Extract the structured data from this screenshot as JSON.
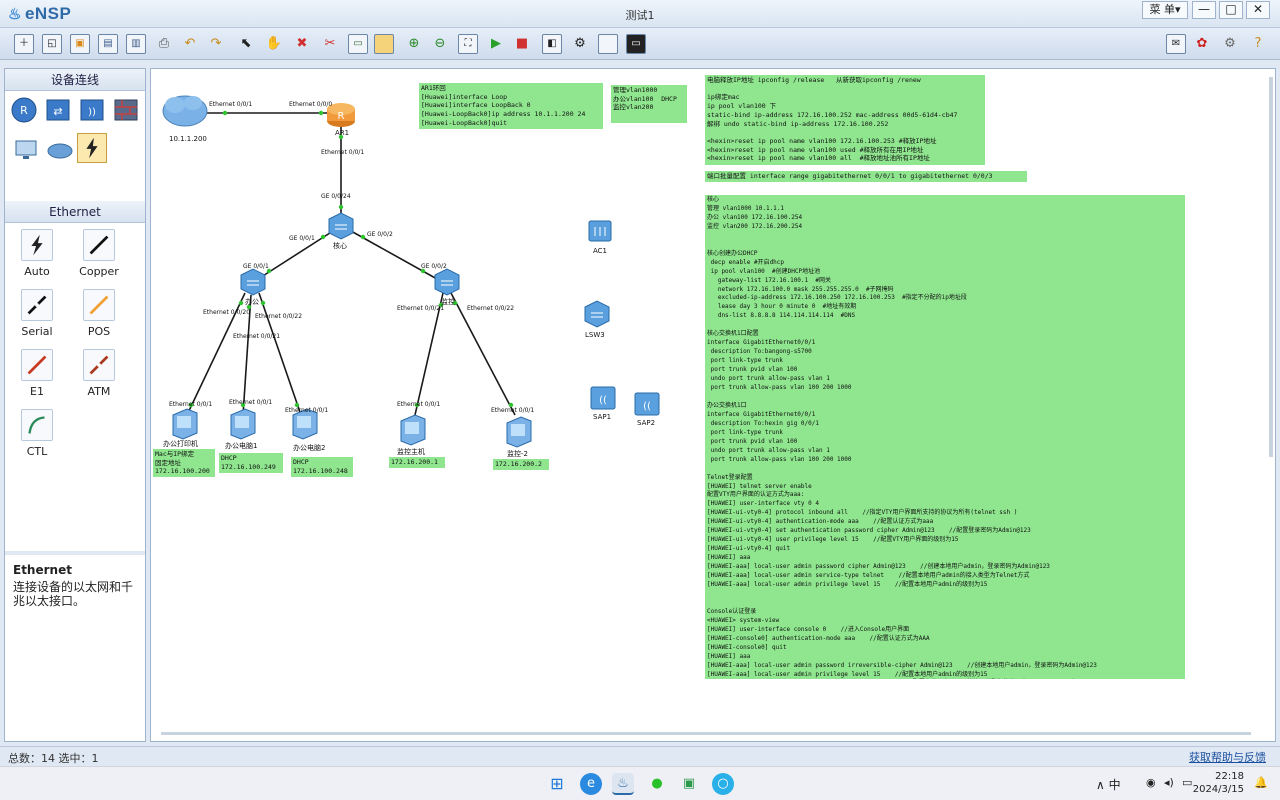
{
  "app": {
    "logo": "eNSP",
    "window_title": "测试1",
    "menu_label": "菜 单▾"
  },
  "window_controls": {
    "minimize": "—",
    "maximize": "□",
    "close": "✕"
  },
  "toolbar": {
    "left_icons": [
      "new-topology-icon",
      "new-example-icon",
      "open-icon",
      "save-icon",
      "save-as-icon",
      "print-icon",
      "undo-icon",
      "redo-icon",
      "select-icon",
      "hand-pan-icon",
      "delete-icon",
      "delete-all-links-icon",
      "text-icon",
      "palette-icon",
      "zoom-in-icon",
      "zoom-out-icon",
      "fit-view-icon",
      "start-device-icon",
      "stop-device-icon",
      "capture-data-icon",
      "topology-icon",
      "show-grid-icon",
      "cli-icon"
    ],
    "right_icons": [
      "chat-icon",
      "huawei-icon",
      "settings-icon",
      "help-icon"
    ]
  },
  "left_panel": {
    "devices_title": "设备连线",
    "device_icons": [
      "router-icon",
      "switch-icon",
      "wlan-icon",
      "firewall-icon",
      "pc-icon",
      "cloud-icon",
      "link-icon"
    ],
    "cables_title": "Ethernet",
    "cables": [
      {
        "label": "Auto",
        "icon": "auto-cable-icon"
      },
      {
        "label": "Copper",
        "icon": "copper-cable-icon"
      },
      {
        "label": "Serial",
        "icon": "serial-cable-icon"
      },
      {
        "label": "POS",
        "icon": "pos-cable-icon"
      },
      {
        "label": "E1",
        "icon": "e1-cable-icon"
      },
      {
        "label": "ATM",
        "icon": "atm-cable-icon"
      },
      {
        "label": "CTL",
        "icon": "ctl-cable-icon"
      }
    ],
    "desc_title": "Ethernet",
    "desc_text": "连接设备的以太网和千兆以太接口。"
  },
  "topology": {
    "nodes": {
      "cloud": "10.1.1.200",
      "ar1": "AR1",
      "core": "核心",
      "office_sw": "办公",
      "monitor_sw": "监控",
      "ac1": "AC1",
      "lsw3": "LSW3",
      "sap1": "SAP1",
      "sap2": "SAP2",
      "printer": "办公打印机",
      "pc1": "办公电脑1",
      "pc2": "办公电脑2",
      "mon_host": "监控主机",
      "mon2": "监控-2"
    },
    "ports": {
      "cloud_eth": "Ethernet 0/0/1",
      "ar1_eth00": "Ethernet 0/0/0",
      "ar1_eth01": "Ethernet 0/0/1",
      "core_ge24": "GE 0/0/24",
      "core_ge1": "GE 0/0/1",
      "core_ge2": "GE 0/0/2",
      "office_ge1": "GE 0/0/1",
      "office_e20": "Ethernet 0/0/20",
      "office_e21": "Ethernet 0/0/21",
      "office_e22": "Ethernet 0/0/22",
      "monitor_ge2": "GE 0/0/2",
      "monitor_e21": "Ethernet 0/0/21",
      "monitor_e22": "Ethernet 0/0/22",
      "printer_e": "Ethernet 0/0/1",
      "pc1_e": "Ethernet 0/0/1",
      "pc2_e": "Ethernet 0/0/1",
      "host_e": "Ethernet 0/0/1",
      "mon2_e": "Ethernet 0/0/1"
    },
    "ip_labels": {
      "printer": "Mac与IP绑定\n固定地址\n172.16.100.200",
      "pc1": "DHCP\n172.16.100.249",
      "pc2": "DHCP\n172.16.100.248",
      "mon_host": "172.16.200.1",
      "mon2": "172.16.200.2"
    }
  },
  "notes": {
    "ar1_loopback": "AR1环回\n[Huawei]interface Loop\n[Huawei]interface LoopBack 0\n[Huawei-LoopBack0]ip address 10.1.1.200 24\n[Huawei-LoopBack0]quit",
    "vlans": "管理vlan1000\n办公vlan100  DHCP\n监控vlan200",
    "ip_release": "电脑释放IP地址 ipconfig /release   从新获取ipconfig /renew\n\nip绑定mac\nip pool vlan100 下\nstatic-bind ip-address 172.16.100.252 mac-address 00d5-61d4-cb47\n解绑 undo static-bind ip-address 172.16.100.252\n\n<hexin>reset ip pool name vlan100 172.16.100.253 #释放IP地址\n<hexin>reset ip pool name vlan100 used #释放所有在用IP地址\n<hexin>reset ip pool name vlan100 all  #释放地址池所有IP地址",
    "port_range": "端口批量配置 interface range gigabitethernet 0/0/1 to gigabitethernet 0/0/3",
    "core_config": "核心\n管理 vlan1000 10.1.1.1\n办公 vlan100 172.16.100.254\n监控 vlan200 172.16.200.254\n\n\n核心创建办公DHCP\n decp enable #开启dhcp\n ip pool vlan100  #创建DHCP地址池\n   gateway-list 172.16.100.1  #网关\n   network 172.16.100.0 mask 255.255.255.0  #子网掩码\n   excluded-ip-address 172.16.100.250 172.16.100.253  #指定不分配的ip地址段\n   lease day 3 hour 0 minute 0  #地址有效期\n   dns-list 8.8.8.8 114.114.114.114  #DNS\n\n核心交换机1口配置\ninterface GigabitEthernet0/0/1\n description To:bangong-s5700\n port link-type trunk\n port trunk pvid vlan 100\n undo port trunk allow-pass vlan 1\n port trunk allow-pass vlan 100 200 1000\n\n办公交换机1口\ninterface GigabitEthernet0/0/1\n description To:hexin gig 0/0/1\n port link-type trunk\n port trunk pvid vlan 100\n undo port trunk allow-pass vlan 1\n port trunk allow-pass vlan 100 200 1000\n\nTelnet登录配置\n[HUAWEI] telnet server enable\n配置VTY用户界面的认证方式为aaa:\n[HUAWEI] user-interface vty 0 4\n[HUAWEI-ui-vty0-4] protocol inbound all    //指定VTY用户界面所支持的协议为所有(telnet ssh )\n[HUAWEI-ui-vty0-4] authentication-mode aaa    //配置认证方式为aaa\n[HUAWEI-ui-vty0-4] set authentication password cipher Admin@123    //配置登录密码为Admin@123\n[HUAWEI-ui-vty0-4] user privilege level 15    //配置VTY用户界面的级别为15\n[HUAWEI-ui-vty0-4] quit\n[HUAWEI] aaa\n[HUAWEI-aaa] local-user admin password cipher Admin@123    //创建本地用户admin，登录密码为Admin@123\n[HUAWEI-aaa] local-user admin service-type telnet    //配置本地用户admin的接入类型为Telnet方式\n[HUAWEI-aaa] local-user admin privilege level 15    //配置本地用户admin的级别为15\n\n\nConsole认证登录\n<HUAWEI> system-view\n[HUAWEI] user-interface console 0    //进入Console用户界面\n[HUAWEI-console0] authentication-mode aaa    //配置认证方式为AAA\n[HUAWEI-console0] quit\n[HUAWEI] aaa\n[HUAWEI-aaa] local-user admin password irreversible-cipher Admin@123    //创建本地用户admin，登录密码为Admin@123\n[HUAWEI-aaa] local-user admin privilege level 15    //配置本地用户admin的级别为15\n[HUAWEI-aaa] local-user admin service-type terminal    //配置本地用户admin的接入类型为终端用户，即Console用户"
  },
  "status": {
    "text": "总数：14  选中：1",
    "help_link": "获取帮助与反馈"
  },
  "taskbar": {
    "apps": [
      "windows-start-icon",
      "edge-icon",
      "ensp-icon",
      "wechat-icon",
      "virtualbox-icon",
      "browser-icon"
    ],
    "tray_text": "∧   中",
    "time": "22:18",
    "date": "2024/3/15"
  },
  "colors": {
    "note_bg": "#8fe68f",
    "link": "#1a1a1a",
    "device_blue": "#3a8ad6",
    "router_orange": "#f09a3c"
  }
}
